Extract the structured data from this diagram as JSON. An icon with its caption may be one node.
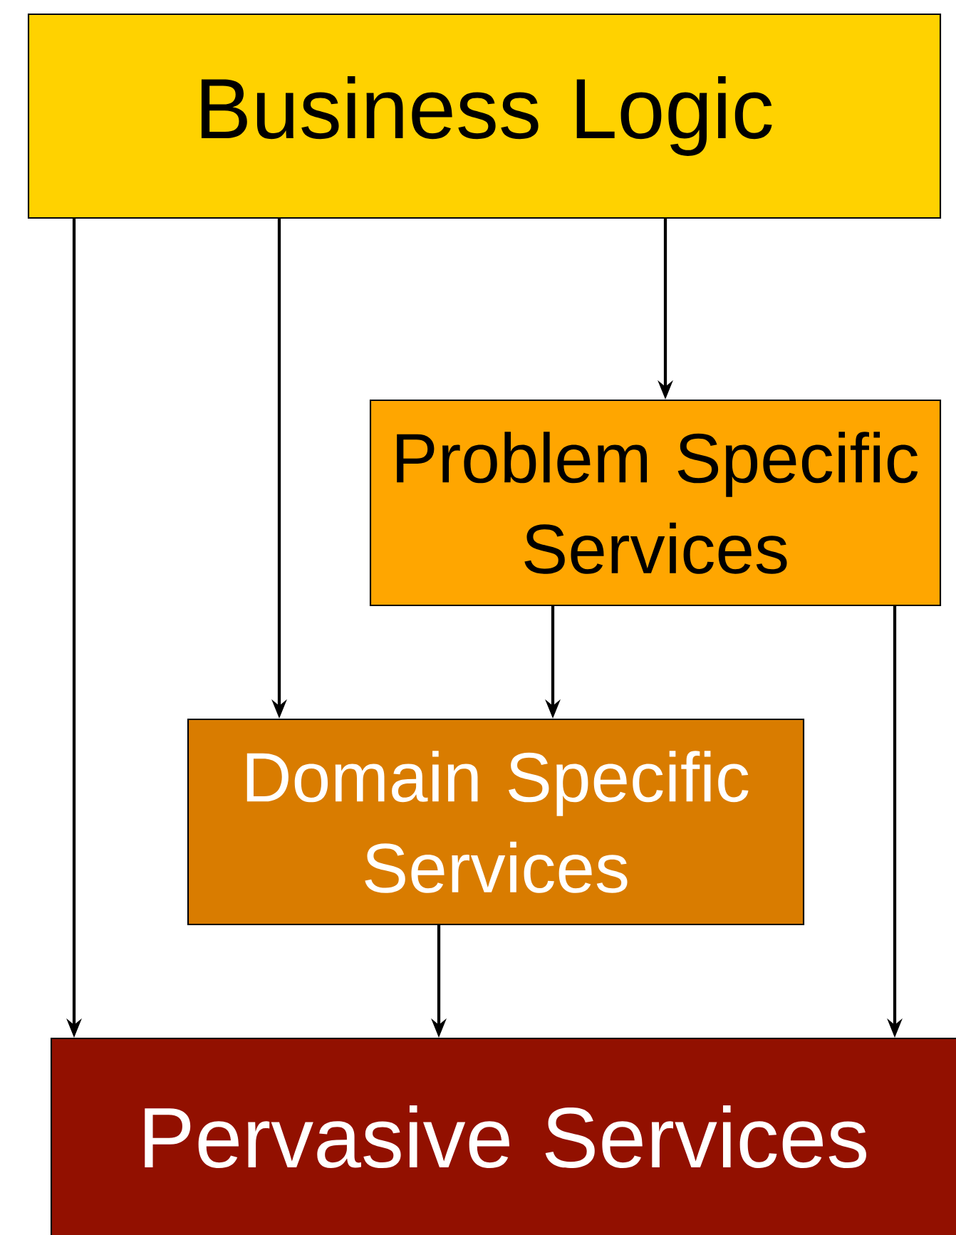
{
  "diagram": {
    "nodes": [
      {
        "text": [
          "Business Logic"
        ]
      },
      {
        "text": [
          "Problem Specific Services"
        ]
      },
      {
        "text": [
          "Domain Specific Services"
        ]
      },
      {
        "text": [
          "Pervasive Services"
        ]
      }
    ],
    "edges": [
      {
        "from": 0,
        "to": 3,
        "arrow": "to"
      },
      {
        "from": 0,
        "to": 2,
        "arrow": "to"
      },
      {
        "from": 0,
        "to": 1,
        "arrow": "to"
      },
      {
        "from": 1,
        "to": 2,
        "arrow": "to"
      },
      {
        "from": 1,
        "to": 3,
        "arrow": "to"
      },
      {
        "from": 2,
        "to": 3,
        "arrow": "to"
      }
    ]
  }
}
